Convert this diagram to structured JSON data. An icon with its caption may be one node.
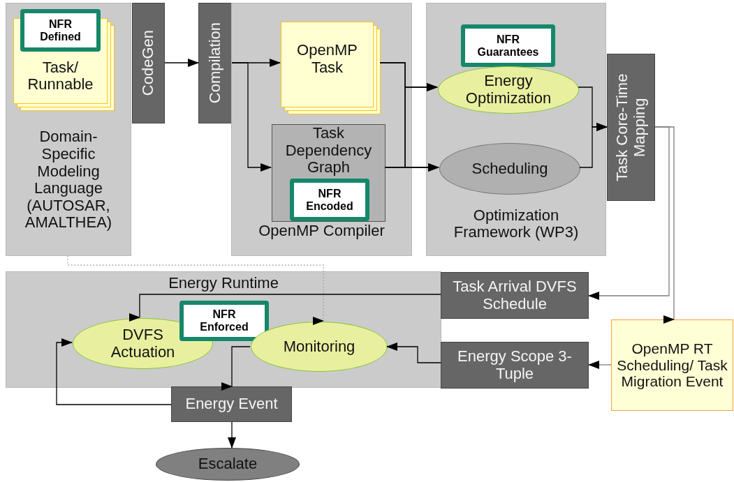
{
  "diagram": {
    "nodes": [
      {
        "text": [
          "Domain- Specific Modeling Language (AUTOSAR, AMALTHEA)"
        ]
      },
      {
        "text": [
          "Task/ Runnable"
        ],
        "in": 0
      },
      {
        "text": [
          "NFR Defined"
        ],
        "in": 0
      },
      {
        "text": [
          "CodeGen"
        ]
      },
      {
        "text": [
          "Compilation"
        ]
      },
      {
        "text": [
          "OpenMP Compiler"
        ]
      },
      {
        "text": [
          "OpenMP Task"
        ],
        "in": 5
      },
      {
        "text": [
          "Task Dependency Graph"
        ],
        "in": 5
      },
      {
        "text": [
          "NFR Encoded"
        ],
        "in": 7
      },
      {
        "text": [
          "Optimization Framework (WP3)"
        ]
      },
      {
        "text": [
          "NFR Guarantees"
        ],
        "in": 9
      },
      {
        "text": [
          "Energy Optimization"
        ],
        "in": 9
      },
      {
        "text": [
          "Scheduling"
        ],
        "in": 9
      },
      {
        "text": [
          "Task Core-Time Mapping"
        ]
      },
      {
        "text": [
          "Energy Runtime"
        ]
      },
      {
        "text": [
          "DVFS Actuation"
        ],
        "in": 14
      },
      {
        "text": [
          "NFR Enforced"
        ],
        "in": 14
      },
      {
        "text": [
          "Monitoring"
        ],
        "in": 14
      },
      {
        "text": [
          "Task Arrival DVFS Schedule"
        ]
      },
      {
        "text": [
          "Energy Scope 3-Tuple"
        ]
      },
      {
        "text": [
          "OpenMP RT Scheduling/ Task Migration Event"
        ]
      },
      {
        "text": [
          "Energy Event"
        ]
      },
      {
        "text": [
          "Escalate"
        ]
      }
    ],
    "edges": [
      {
        "from": 3,
        "to": 4,
        "arrow": "to"
      },
      {
        "from": 4,
        "to": 6,
        "arrow": "to"
      },
      {
        "from": 4,
        "to": 7,
        "arrow": "to"
      },
      {
        "from": 6,
        "to": 11,
        "arrow": "to"
      },
      {
        "from": 6,
        "to": 12,
        "arrow": "to"
      },
      {
        "from": 7,
        "to": 11,
        "arrow": "to"
      },
      {
        "from": 7,
        "to": 12,
        "arrow": "to"
      },
      {
        "from": 11,
        "to": 13,
        "arrow": "to"
      },
      {
        "from": 12,
        "to": 13,
        "arrow": "to"
      },
      {
        "from": 13,
        "to": 18,
        "arrow": "to",
        "color": "#7f7f7f"
      },
      {
        "from": 13,
        "to": 20,
        "arrow": "to",
        "color": "#7f7f7f"
      },
      {
        "from": 18,
        "to": 15,
        "arrow": "to"
      },
      {
        "from": 20,
        "to": 19,
        "arrow": "to",
        "color": "#7f7f7f"
      },
      {
        "from": 19,
        "to": 17,
        "arrow": "to"
      },
      {
        "from": 17,
        "to": 21,
        "arrow": "to"
      },
      {
        "from": 21,
        "to": 15,
        "arrow": "to"
      },
      {
        "from": 21,
        "to": 22,
        "arrow": "to"
      },
      {
        "from": 0,
        "to": 17,
        "arrow": "to",
        "style": "dashed",
        "color": "#9a9a9a"
      }
    ]
  }
}
